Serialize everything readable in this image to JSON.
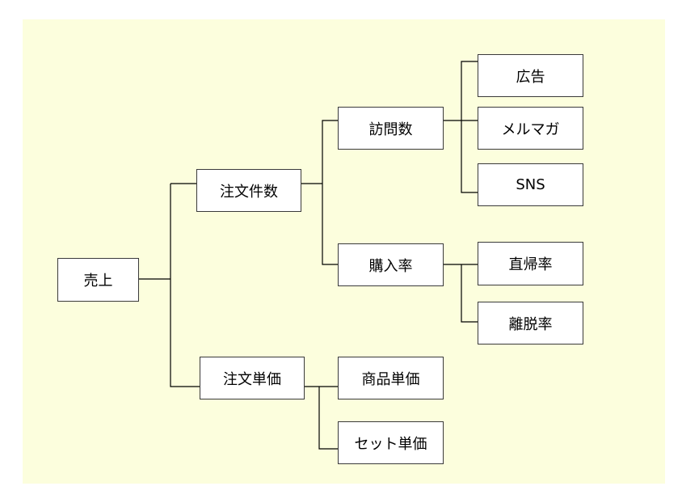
{
  "diagram": {
    "background": "#fcfedd",
    "line_color": "#000000",
    "nodes": {
      "root": "売上",
      "orders": "注文件数",
      "unit_price": "注文単価",
      "visits": "訪問数",
      "conversion": "購入率",
      "product_price": "商品単価",
      "set_price": "セット単価",
      "ads": "広告",
      "newsletter": "メルマガ",
      "sns": "SNS",
      "direct_return": "直帰率",
      "bounce": "離脱率"
    }
  }
}
